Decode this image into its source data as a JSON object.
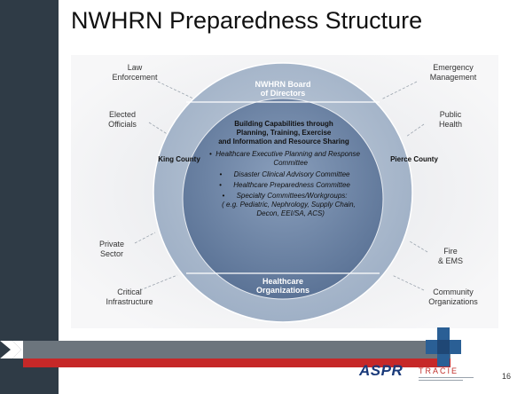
{
  "slide": {
    "title": "NWHRN Preparedness Structure",
    "page_number": "16"
  },
  "diagram": {
    "board": "NWHRN Board\nof Directors",
    "core": "Building Capabilities through\nPlanning, Training, Exercise\nand Information and Resource Sharing",
    "committees": [
      "•  Healthcare Executive Planning and Response\n      Committee",
      "•      Disaster Clinical Advisory Committee",
      "•      Healthcare Preparedness Committee",
      "•      Specialty Committees/Workgroups:\n    ( e.g. Pediatric, Nephrology, Supply Chain,\n      Decon, EEI/SA, ACS)"
    ],
    "king_county": "King County",
    "pierce_county": "Pierce County",
    "healthcare_orgs": "Healthcare\nOrganizations",
    "partners": {
      "law": "Law\nEnforcement",
      "elected": "Elected\nOfficials",
      "private": "Private\nSector",
      "critical": "Critical\nInfrastructure",
      "emergency": "Emergency\nManagement",
      "public_health": "Public\nHealth",
      "fire": "Fire\n& EMS",
      "community": "Community\nOrganizations"
    }
  },
  "footer": {
    "aspr": "ASPR",
    "tracie": "TRACIE"
  },
  "colors": {
    "left_bar": "#2f3b46",
    "stripe_red": "#c62828",
    "cross_blue": "#2a5f95",
    "circle_outer": "#aab8cc",
    "circle_inner": "#6d85a6"
  }
}
